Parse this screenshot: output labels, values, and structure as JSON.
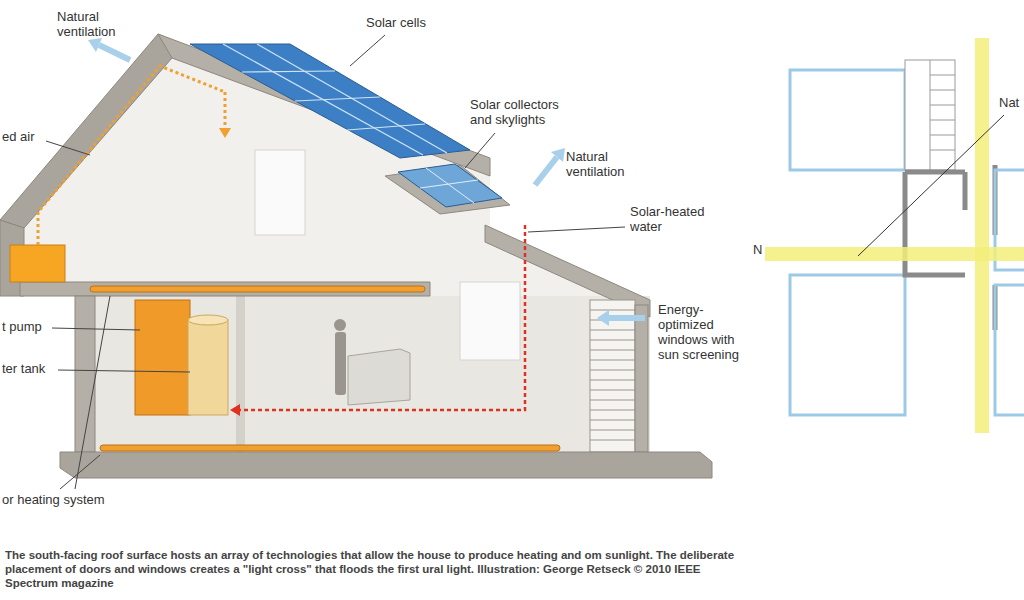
{
  "diagram": {
    "caption": "The south-facing roof surface hosts an array of technologies that allow the house to produce heating and om sunlight. The deliberate placement of doors and windows creates a \"light cross\" that floods the first ural light. Illustration: George Retseck © 2010 IEEE Spectrum magazine",
    "labels": [
      "Natural ventilation",
      "Solar cells",
      "ed air",
      "Solar collectors and skylights",
      "Natural ventilation",
      "Solar-heated water",
      "t pump",
      "ter tank",
      "Energy-optimized windows with sun screening",
      "or heating system",
      "N",
      "Nat"
    ]
  }
}
